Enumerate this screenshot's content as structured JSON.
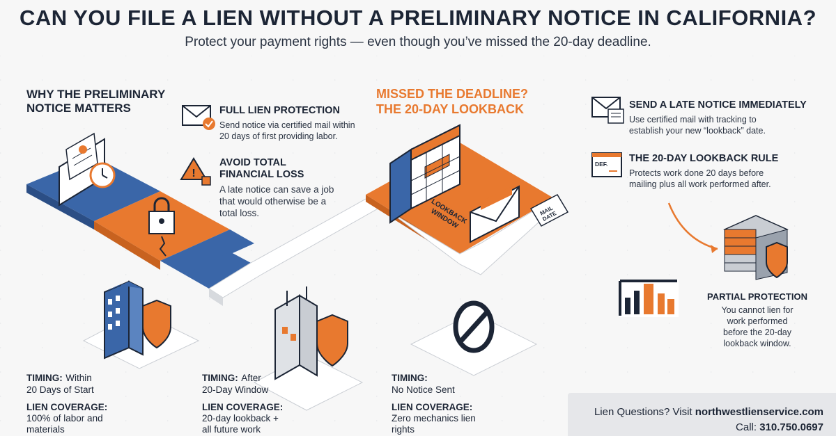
{
  "header": {
    "title": "CAN YOU FILE A LIEN WITHOUT A PRELIMINARY NOTICE IN CALIFORNIA?",
    "subtitle": "Protect your payment rights — even though you’ve missed the 20-day deadline."
  },
  "left_section": {
    "heading_line1": "WHY THE PRELIMINARY",
    "heading_line2": "NOTICE MATTERS",
    "items": [
      {
        "title": "FULL LIEN PROTECTION",
        "icon": "envelope-check-icon",
        "text_line1": "Send notice via certified mail within",
        "text_line2": "20 days of first providing labor."
      },
      {
        "title_line1": "AVOID TOTAL",
        "title_line2": "FINANCIAL LOSS",
        "icon": "warning-icon",
        "text_line1": "A late notice can save a job",
        "text_line2": "that would otherwise be a",
        "text_line3": "total loss."
      }
    ]
  },
  "middle_section": {
    "heading_line1": "MISSED THE DEADLINE?",
    "heading_line2": "THE 20-DAY LOOKBACK",
    "calendar_label_line1": "LOOKBACK",
    "calendar_label_line2": "WINDOW",
    "mail_date_line1": "MAIL",
    "mail_date_line2": "DATE"
  },
  "right_section": {
    "items": [
      {
        "title": "SEND A LATE NOTICE IMMEDIATELY",
        "icon": "envelope-doc-icon",
        "text_line1": "Use certified mail with tracking to",
        "text_line2": "establish your new “lookback” date."
      },
      {
        "title": "THE 20-DAY LOOKBACK RULE",
        "icon": "deadline-doc-icon",
        "icon_text": "DEF.",
        "text_line1": "Protects work done 20 days before",
        "text_line2": "mailing plus all work performed after."
      }
    ],
    "partial": {
      "title": "PARTIAL PROTECTION",
      "text_line1": "You cannot lien for",
      "text_line2": "work performed",
      "text_line3": "before the 20-day",
      "text_line4": "lookback window."
    }
  },
  "scenarios": [
    {
      "timing_label": "TIMING:",
      "timing_value_line1": "Within",
      "timing_value_line2": "20 Days of Start",
      "coverage_label": "LIEN COVERAGE:",
      "coverage_line1": "100% of labor and",
      "coverage_line2": "materials"
    },
    {
      "timing_label": "TIMING:",
      "timing_value_line1": "After",
      "timing_value_line2": "20-Day Window",
      "coverage_label": "LIEN COVERAGE:",
      "coverage_line1": "20-day lookback +",
      "coverage_line2": "all future work"
    },
    {
      "timing_label": "TIMING:",
      "timing_value_line1": "",
      "timing_value_line2": "No Notice Sent",
      "coverage_label": "LIEN COVERAGE:",
      "coverage_line1": "Zero mechanics lien",
      "coverage_line2": "rights"
    }
  ],
  "footer": {
    "line1_prefix": "Lien Questions? Visit ",
    "line1_site": "northwestlienservice.com",
    "line2_prefix": "Call: ",
    "line2_phone": "310.750.0697"
  },
  "colors": {
    "navy": "#1c2535",
    "blue": "#3a66a8",
    "orange": "#e8792f",
    "light_gray": "#e6e7ea"
  }
}
